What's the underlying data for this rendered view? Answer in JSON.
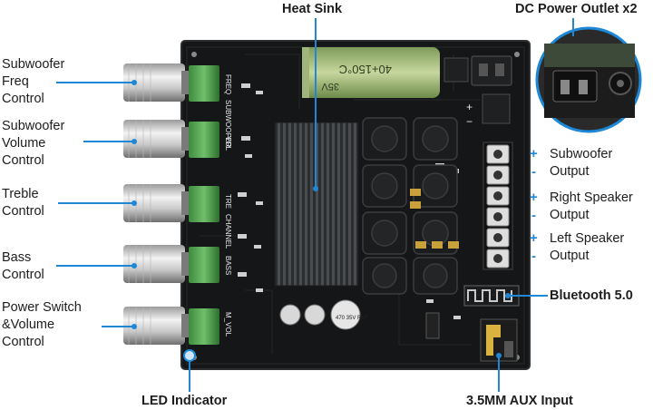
{
  "labels": {
    "heat_sink": "Heat Sink",
    "dc_power": "DC Power Outlet x2",
    "sub_freq": [
      "Subwoofer",
      "Freq",
      "Control"
    ],
    "sub_vol": [
      "Subwoofer",
      "Volume",
      "Control"
    ],
    "treble": [
      "Treble",
      "Control"
    ],
    "bass": [
      "Bass",
      "Control"
    ],
    "power": [
      "Power Switch",
      "&Volume",
      "Control"
    ],
    "led": "LED Indicator",
    "aux": "3.5MM AUX Input",
    "bluetooth": "Bluetooth 5.0",
    "sub_out": [
      "Subwoofer",
      "Output"
    ],
    "right_out": [
      "Right Speaker",
      "Output"
    ],
    "left_out": [
      "Left Speaker",
      "Output"
    ]
  },
  "signs": {
    "plus": "+",
    "minus": "-"
  },
  "pcb_text": {
    "freq": "FREQ",
    "subwoofer": "SUBWOOFER",
    "vol": "VOL",
    "tre": "TRE",
    "channel": "CHANNEL",
    "bass": "BASS",
    "m_vol": "M_VOL",
    "cap_main": "40+150°C",
    "cap_volt": "35V",
    "cap_small": "470 35V RVT",
    "plus": "+",
    "minus": "−"
  },
  "colors": {
    "accent": "#1e88d6",
    "board": "#151617",
    "text": "#1d1d1d"
  }
}
